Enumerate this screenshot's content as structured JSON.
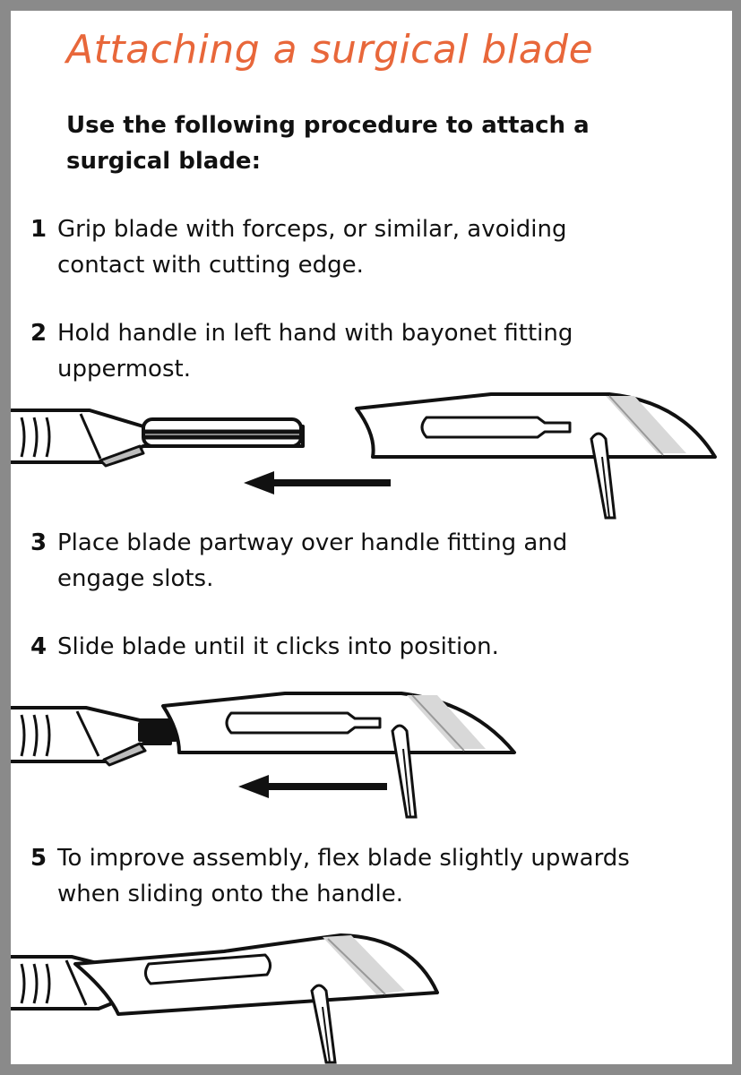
{
  "title": "Attaching a surgical blade",
  "intro": {
    "prefix": "Use the following procedure to ",
    "emphasis": "attach",
    "suffix": " a surgical blade:"
  },
  "steps": [
    {
      "number": "1",
      "text": "Grip blade with forceps, or similar, avoiding contact with cutting edge."
    },
    {
      "number": "2",
      "text": "Hold handle in left hand with bayonet fitting uppermost."
    },
    {
      "number": "3",
      "text": "Place blade partway over handle fitting and engage slots."
    },
    {
      "number": "4",
      "text": "Slide blade until it clicks into position."
    },
    {
      "number": "5",
      "text": "To improve assembly, flex blade slightly upwards when sliding onto the handle."
    }
  ],
  "colors": {
    "title": "#e8673a",
    "frame": "#8a8a8a",
    "ink": "#111111",
    "handle_shade": "#bdbdbd"
  },
  "illustrations": [
    {
      "name": "blade-separate-from-handle",
      "arrow": "left"
    },
    {
      "name": "blade-partway-on-handle",
      "arrow": "left"
    },
    {
      "name": "blade-flexed-on-handle",
      "arrow": "none"
    }
  ]
}
